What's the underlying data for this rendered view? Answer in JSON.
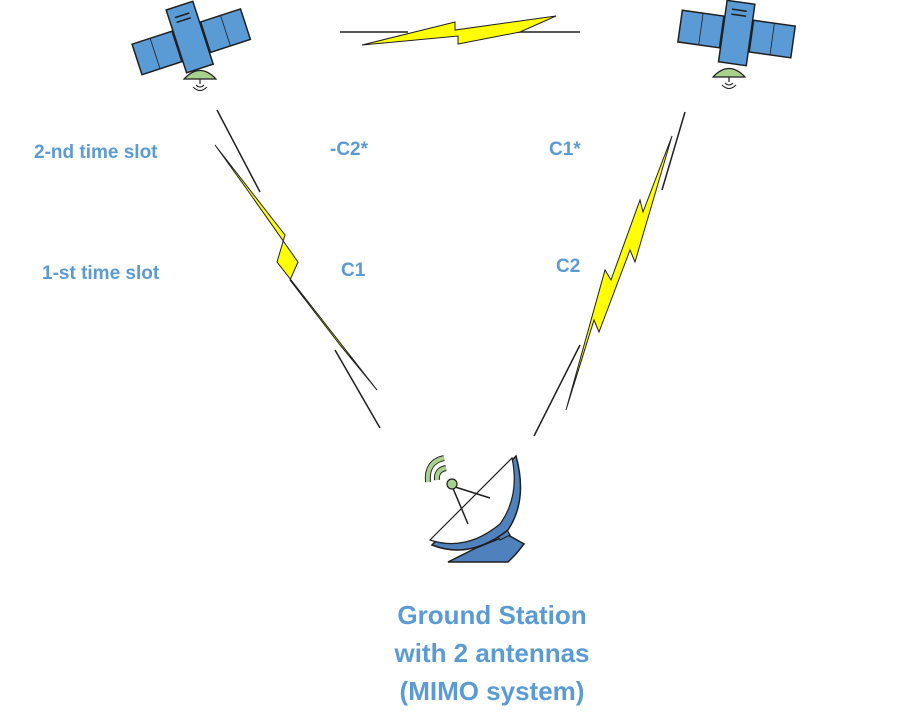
{
  "time_slots": {
    "second": "2-nd time slot",
    "first": "1-st time slot"
  },
  "left_link": {
    "slot2_symbol": "-C2*",
    "slot1_symbol": "C1"
  },
  "right_link": {
    "slot2_symbol": "C1*",
    "slot1_symbol": "C2"
  },
  "ground_station": {
    "caption_lines": [
      "Ground Station",
      "with 2 antennas",
      "(MIMO system)"
    ]
  },
  "colors": {
    "label_text": "#5b9bd5",
    "satellite_panel": "#5b9bd5",
    "lightning": "#ffff00",
    "antenna_green": "#a9d18e",
    "dish_blue": "#4f81bd"
  }
}
